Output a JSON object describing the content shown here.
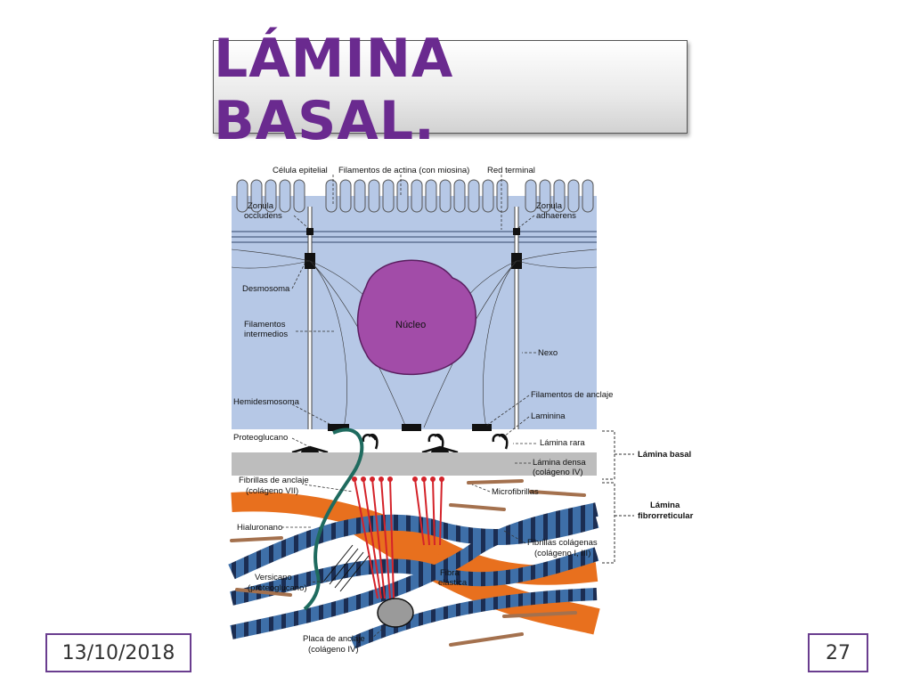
{
  "slide": {
    "title": "LÁMINA BASAL.",
    "date": "13/10/2018",
    "page_number": "27"
  },
  "diagram": {
    "labels": {
      "celula_epitelial": "Célula epitelial",
      "filamentos_actina": "Filamentos de actina (con miosina)",
      "red_terminal": "Red terminal",
      "zonula_occludens_1": "Zonula",
      "zonula_occludens_2": "occludens",
      "zonula_adhaerens_1": "Zonula",
      "zonula_adhaerens_2": "adhaerens",
      "desmosoma": "Desmosoma",
      "filamentos_intermedios_1": "Filamentos",
      "filamentos_intermedios_2": "intermedios",
      "nucleo": "Núcleo",
      "nexo": "Nexo",
      "hemidesmosoma": "Hemidesmosoma",
      "filamentos_anclaje": "Filamentos de anclaje",
      "laminina": "Laminina",
      "proteoglucano": "Proteoglucano",
      "lamina_rara": "Lámina rara",
      "lamina_densa_1": "Lámina densa",
      "lamina_densa_2": "(colágeno IV)",
      "lamina_basal": "Lámina basal",
      "fibrillas_anclaje_1": "Fibrillas de anclaje",
      "fibrillas_anclaje_2": "(colágeno VII)",
      "microfibrillas": "Microfibrillas",
      "lamina_fibrorreticular_1": "Lámina",
      "lamina_fibrorreticular_2": "fibrorreticular",
      "hialuronano": "Hialuronano",
      "fibrillas_colagenas_1": "Fibrillas colágenas",
      "fibrillas_colagenas_2": "(colágeno I, III)",
      "fibra_elastica_1": "Fibra",
      "fibra_elastica_2": "elástica",
      "versicano_1": "Versicano",
      "versicano_2": "(proteoglucano)",
      "placa_anclaje_1": "Placa de anclaje",
      "placa_anclaje_2": "(colágeno IV)"
    }
  },
  "colors": {
    "title": "#6a2a8f",
    "cell_blue": "#b6c8e6",
    "nucleus": "#a24ca8",
    "lamina_densa": "#bdbdbd",
    "collagen_fiber": "#3e6fa8",
    "elastic_fiber": "#e8701e",
    "anchoring_fibril": "#d4232a",
    "hyaluronan": "#1f6b5f",
    "microfibril": "#a4714e"
  }
}
